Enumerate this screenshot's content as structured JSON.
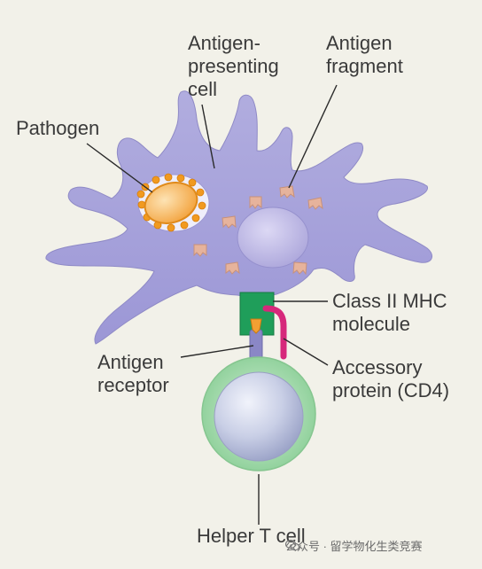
{
  "labels": {
    "apc": "Antigen-\npresenting\ncell",
    "antigen_fragment": "Antigen\nfragment",
    "pathogen": "Pathogen",
    "mhc": "Class II MHC\nmolecule",
    "antigen_receptor": "Antigen\nreceptor",
    "cd4": "Accessory\nprotein (CD4)",
    "helper_t": "Helper T cell"
  },
  "watermark": "公众号 · 留学物化生类竞赛",
  "colors": {
    "background": "#f2f1e9",
    "apc_body": "#a7a3dc",
    "nucleus": "#c6c1ea",
    "pathogen": "#f7a535",
    "antigen_fragment": "#e8b49a",
    "mhc": "#1f9e5a",
    "receptor": "#8a87c6",
    "cd4": "#d6287b",
    "t_cell_outer": "#a9dbb0",
    "t_cell_inner": "#bcc4de"
  }
}
